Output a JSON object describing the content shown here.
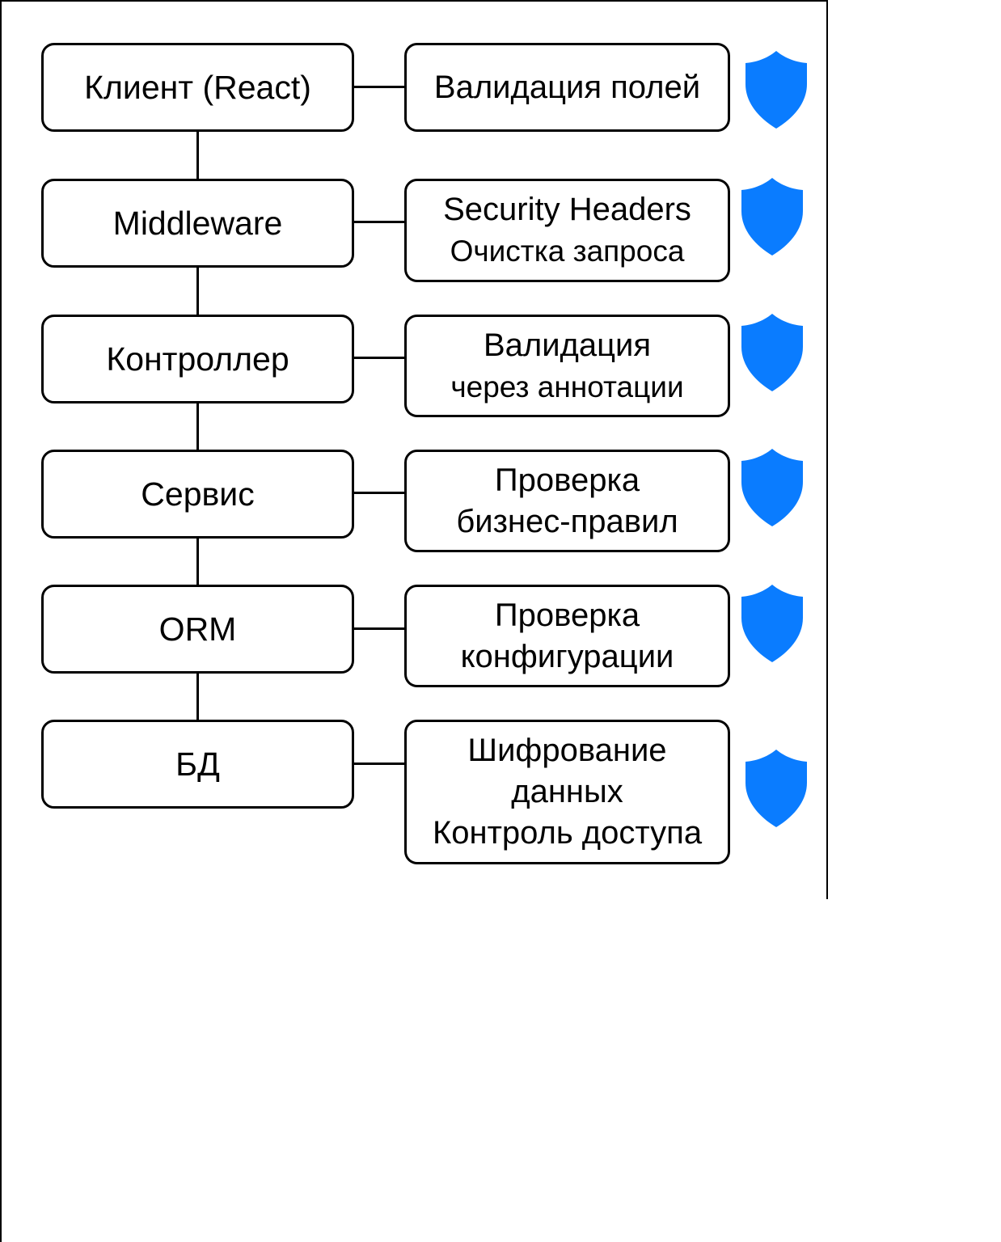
{
  "layers": [
    {
      "label": "Клиент (React)",
      "checks": [
        "Валидация полей"
      ]
    },
    {
      "label": "Middleware",
      "checks": [
        "Security Headers",
        "Очистка запроса"
      ]
    },
    {
      "label": "Контроллер",
      "checks": [
        "Валидация",
        "через аннотации"
      ]
    },
    {
      "label": "Сервис",
      "checks": [
        "Проверка",
        "бизнес-правил"
      ]
    },
    {
      "label": "ORM",
      "checks": [
        "Проверка",
        "конфигурации"
      ]
    },
    {
      "label": "БД",
      "checks": [
        "Шифрование",
        "данных",
        "Контроль доступа"
      ]
    }
  ],
  "icons": {
    "shield": "shield-icon",
    "shield_color": "#0a7cff"
  }
}
